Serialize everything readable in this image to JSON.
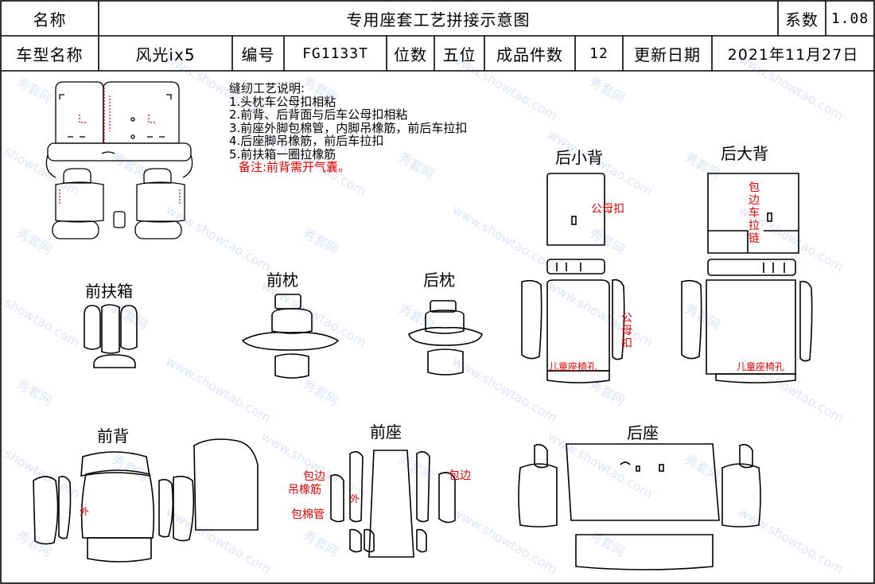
{
  "header": {
    "name_label": "名称",
    "doc_title": "专用座套工艺拼接示意图",
    "coef_label": "系数",
    "coef_value": "1.08",
    "model_label": "车型名称",
    "model_value": "风光ix5",
    "code_label": "编号",
    "code_value": "FG1133T",
    "seat_label": "位数",
    "seat_value": "五位",
    "pieces_label": "成品件数",
    "pieces_value": "12",
    "date_label": "更新日期",
    "date_value": "2021年11月27日"
  },
  "notes": {
    "heading": "缝纫工艺说明:",
    "items": [
      "1.头枕车公母扣相粘",
      "2.前背、后背面与后车公母扣相粘",
      "3.前座外脚包棉管，内脚吊橡筋，前后车拉扣",
      "4.后座脚吊橡筋，前后车拉扣",
      "5.前扶箱一圈拉橡筋"
    ],
    "remark": "备注:前背需开气囊。"
  },
  "parts": {
    "rear_small_back": "后小背",
    "rear_large_back": "后大背",
    "front_armrest": "前扶箱",
    "front_headrest": "前枕",
    "rear_headrest": "后枕",
    "front_back": "前背",
    "front_seat": "前座",
    "rear_seat": "后座"
  },
  "annotations": {
    "snap_button": "公母扣",
    "child_seat_hole": "儿童座椅孔",
    "edge_zip": "包边车拉链",
    "snap_vertical": "公母扣",
    "outer": "外",
    "edge_band": "包边",
    "elastic": "吊橡筋",
    "cotton_pipe": "包棉管"
  },
  "watermark": {
    "cn": "秀套网",
    "url": "www.showtao.com"
  },
  "colors": {
    "line": "#000000",
    "accent": "#e00000",
    "watermark": "#4a6fd0"
  }
}
